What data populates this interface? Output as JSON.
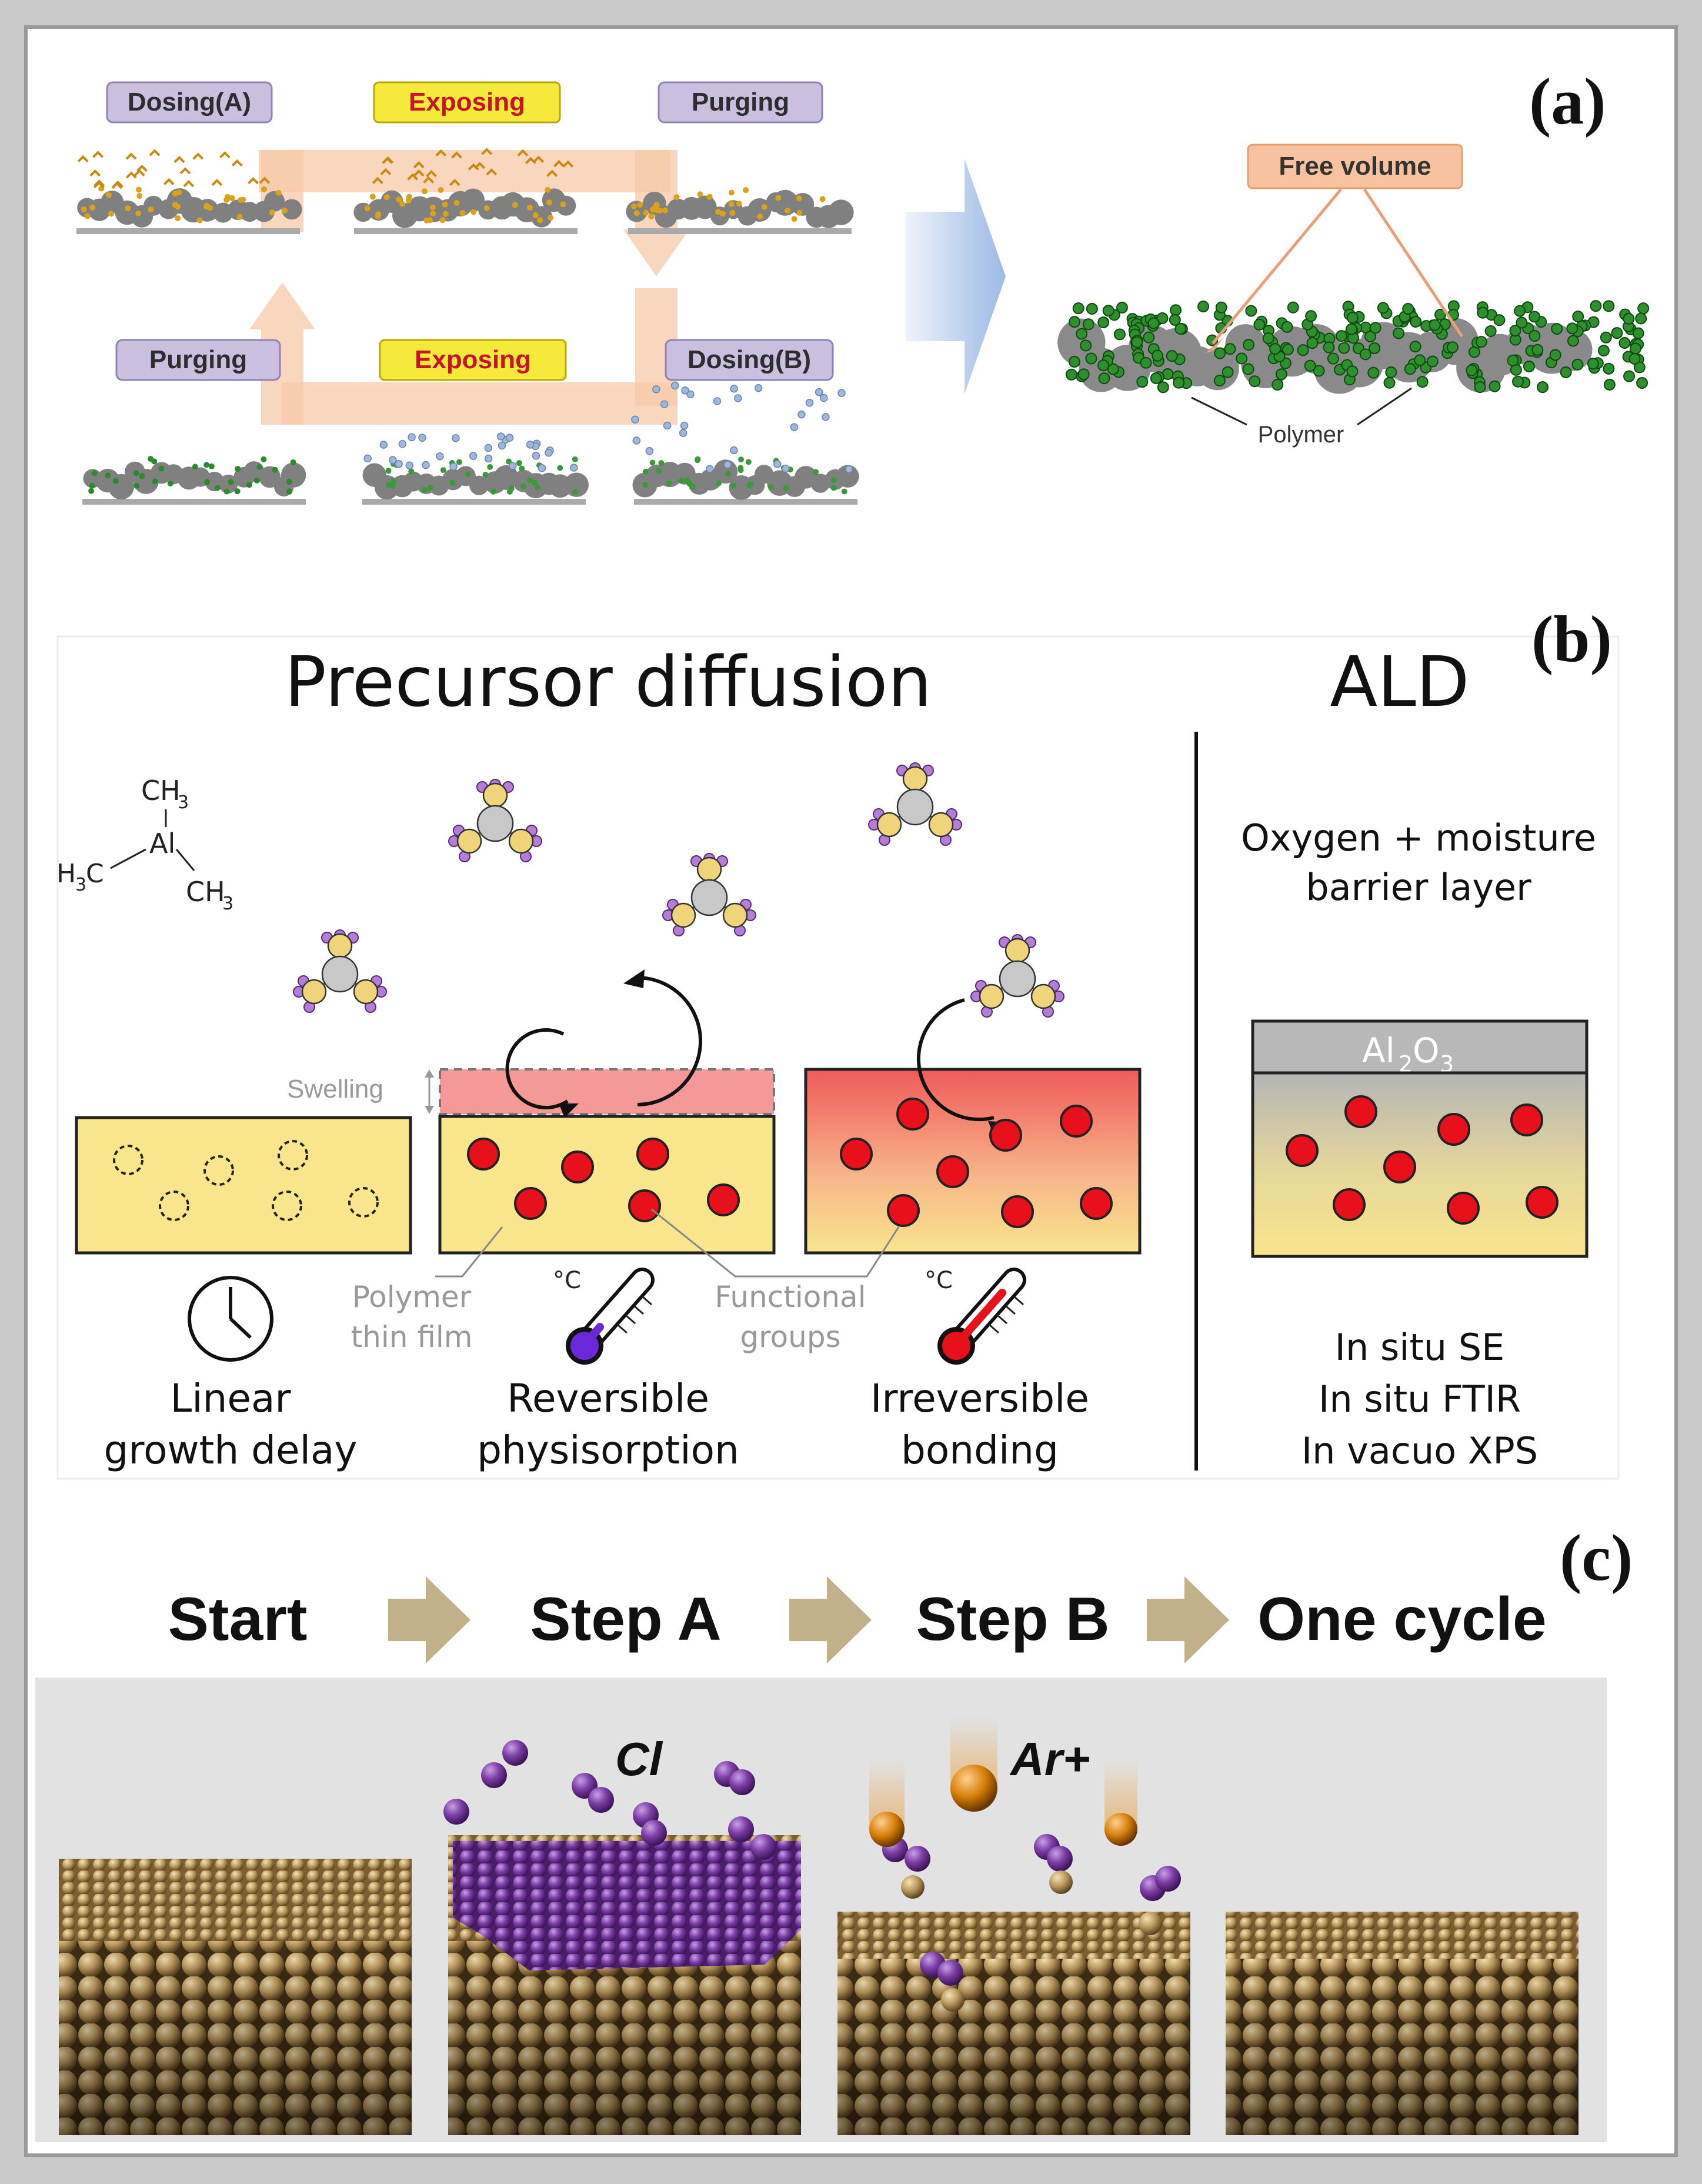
{
  "panel_a": {
    "label": "(a)",
    "steps": [
      "Dosing(A)",
      "Exposing",
      "Purging",
      "Purging",
      "Exposing",
      "Dosing(B)"
    ],
    "free_volume": "Free volume",
    "polymer": "Polymer"
  },
  "panel_b": {
    "label": "(b)",
    "title_left": "Precursor diffusion",
    "title_right": "ALD",
    "tma": {
      "top": "CH",
      "top_sub": "3",
      "center": "Al",
      "left_a": "H",
      "left_sub": "3",
      "left_b": "C",
      "right": "CH",
      "right_sub": "3"
    },
    "swelling": "Swelling",
    "polymer_film": [
      "Polymer",
      "thin film"
    ],
    "functional_groups": [
      "Functional",
      "groups"
    ],
    "degree_c": "°C",
    "stage1": [
      "Linear",
      "growth delay"
    ],
    "stage2": [
      "Reversible",
      "physisorption"
    ],
    "stage3": [
      "Irreversible",
      "bonding"
    ],
    "barrier": [
      "Oxygen + moisture",
      "barrier layer"
    ],
    "al2o3": {
      "a": "Al",
      "s1": "2",
      "b": "O",
      "s2": "3"
    },
    "methods": [
      "In situ SE",
      "In situ FTIR",
      "In vacuo XPS"
    ]
  },
  "panel_c": {
    "label": "(c)",
    "steps": [
      "Start",
      "Step A",
      "Step B",
      "One cycle"
    ],
    "cl": "Cl",
    "ar": "Ar+"
  },
  "colors": {
    "purple_box": "#cbbfe0",
    "yellow_box": "#f5e93a",
    "film": "#f8e58c",
    "red_dot": "#e8101a",
    "arrow_peach": "#f7c9a8",
    "step_arrow": "#c2b08a",
    "gold_atom": "#b08c4e",
    "purple_atom": "#7d3fa6"
  }
}
